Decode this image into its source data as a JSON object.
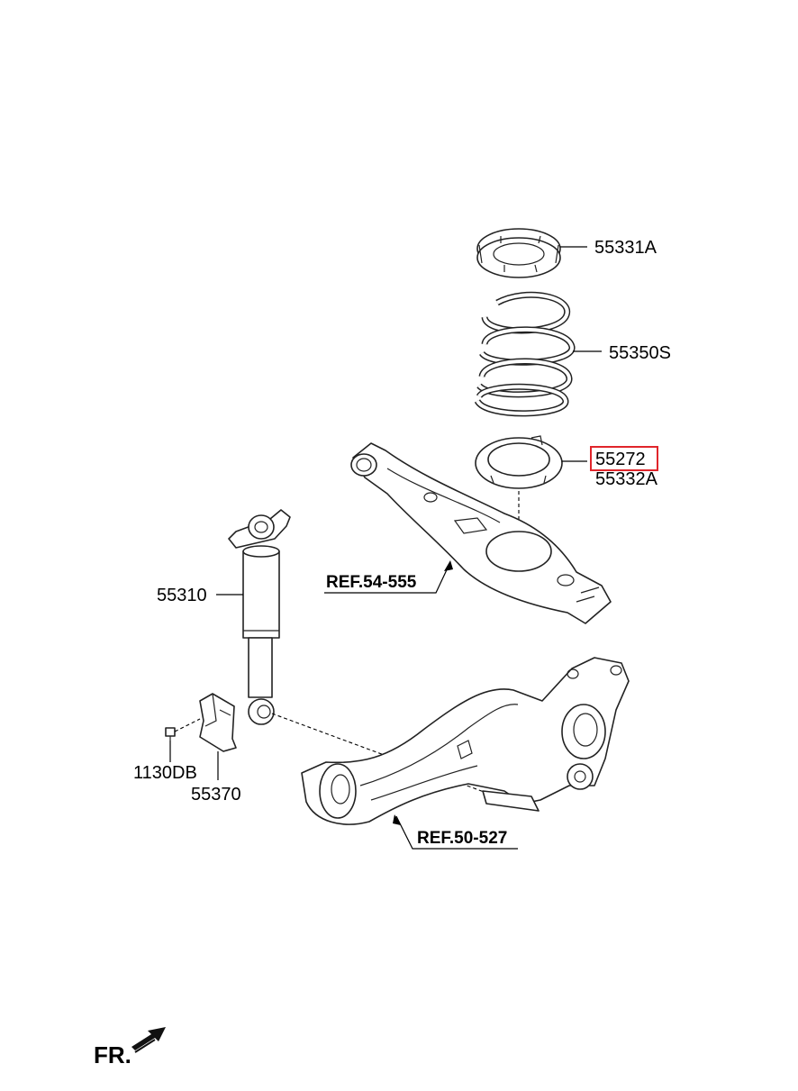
{
  "parts": {
    "spring_pad_upper": "55331A",
    "coil_spring": "55350S",
    "spring_pad_lower_a": "55272",
    "spring_pad_lower_b": "55332A",
    "shock_absorber": "55310",
    "bolt": "1130DB",
    "bracket": "55370"
  },
  "refs": {
    "lower_arm": "REF.54-555",
    "trailing_arm": "REF.50-527"
  },
  "direction": {
    "label": "FR."
  },
  "colors": {
    "highlight": "#e0252b",
    "line": "#222222"
  },
  "highlighted_part": "55272"
}
